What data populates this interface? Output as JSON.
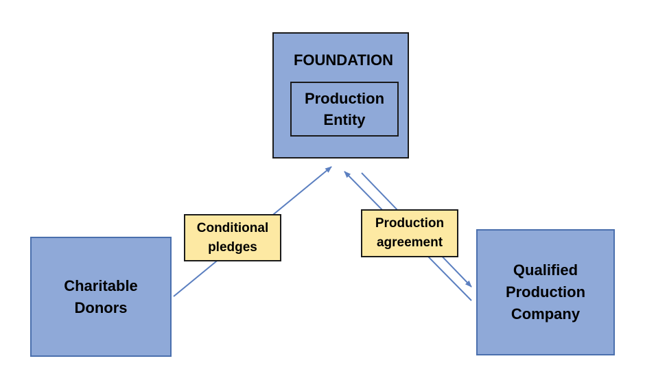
{
  "colors": {
    "box_fill": "#8fa9d8",
    "box_border_dark": "#1a1a1a",
    "box_border_blue": "#4a6fad",
    "label_fill": "#fde9a3",
    "arrow": "#5b7fc0"
  },
  "foundation": {
    "title": "FOUNDATION",
    "inner_label": "Production\nEntity"
  },
  "donors": {
    "label": "Charitable\nDonors"
  },
  "company": {
    "label": "Qualified\nProduction\nCompany"
  },
  "edges": {
    "pledges_label": "Conditional\npledges",
    "agreement_label": "Production\nagreement"
  }
}
